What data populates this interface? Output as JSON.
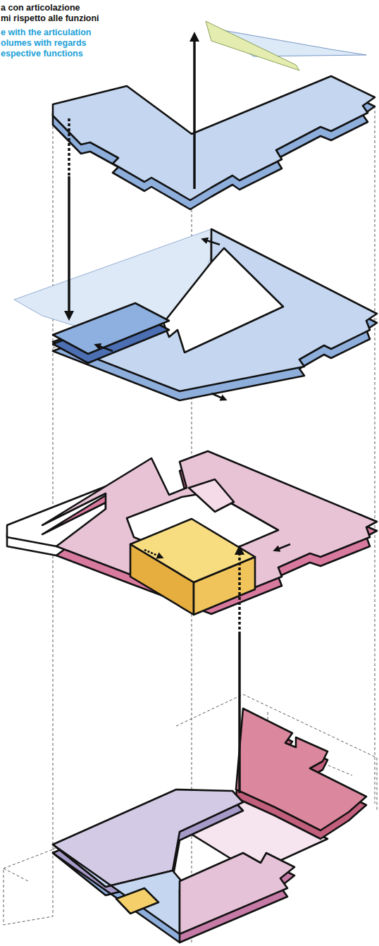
{
  "diagram": {
    "labels": [
      "a con articolazione",
      "mi rispetto alle funzioni",
      "e with the articulation",
      "olumes with regards",
      "espective functions"
    ]
  }
}
